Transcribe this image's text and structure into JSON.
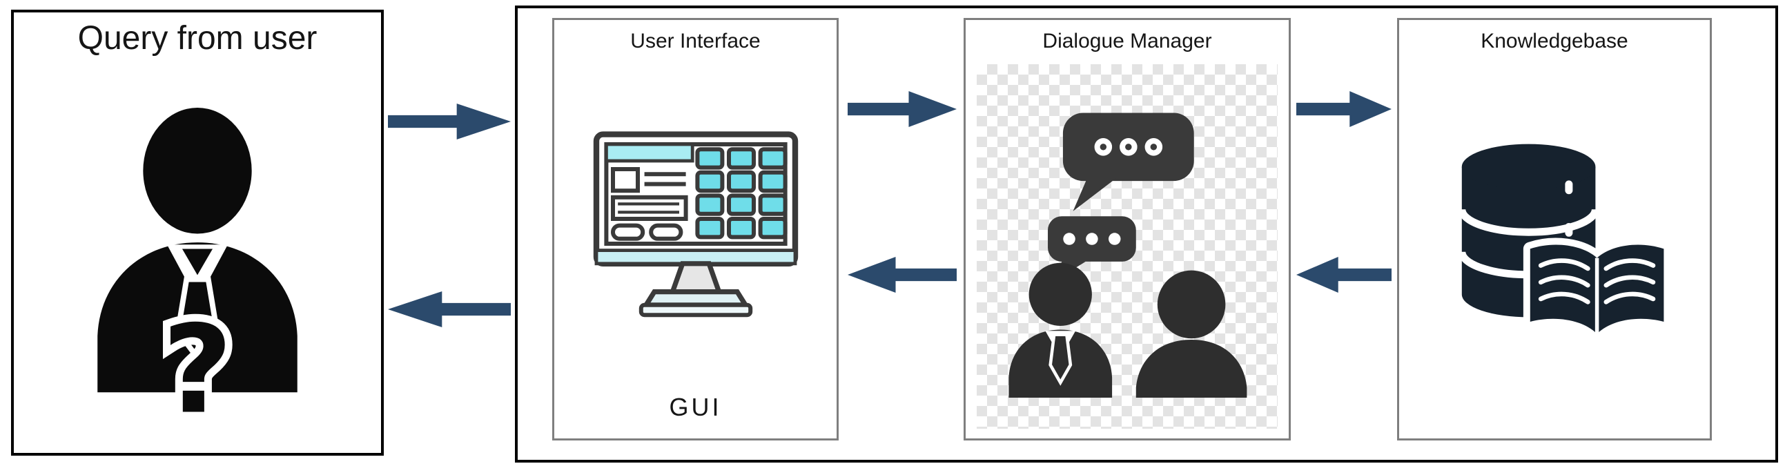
{
  "user_box": {
    "title": "Query from user",
    "icon": "user-question-icon"
  },
  "system": {
    "modules": [
      {
        "title": "User Interface",
        "caption": "GUI",
        "icon": "gui-monitor-icon"
      },
      {
        "title": "Dialogue Manager",
        "icon": "dialogue-people-icon"
      },
      {
        "title": "Knowledgebase",
        "icon": "database-book-icon"
      }
    ]
  },
  "arrows": [
    {
      "name": "user-to-ui",
      "direction": "right"
    },
    {
      "name": "ui-to-user",
      "direction": "left"
    },
    {
      "name": "ui-to-dm",
      "direction": "right"
    },
    {
      "name": "dm-to-ui",
      "direction": "left"
    },
    {
      "name": "dm-to-kb",
      "direction": "right"
    },
    {
      "name": "kb-to-dm",
      "direction": "left"
    }
  ],
  "colors": {
    "arrow": "#2b4a6c",
    "silhouette": "#0b0b0b",
    "icon_dark": "#16222e",
    "teal_key": "#6fdde9",
    "teal_header": "#a9ecf3",
    "inner_border": "#7f7f7f",
    "outer_border": "#000000"
  }
}
